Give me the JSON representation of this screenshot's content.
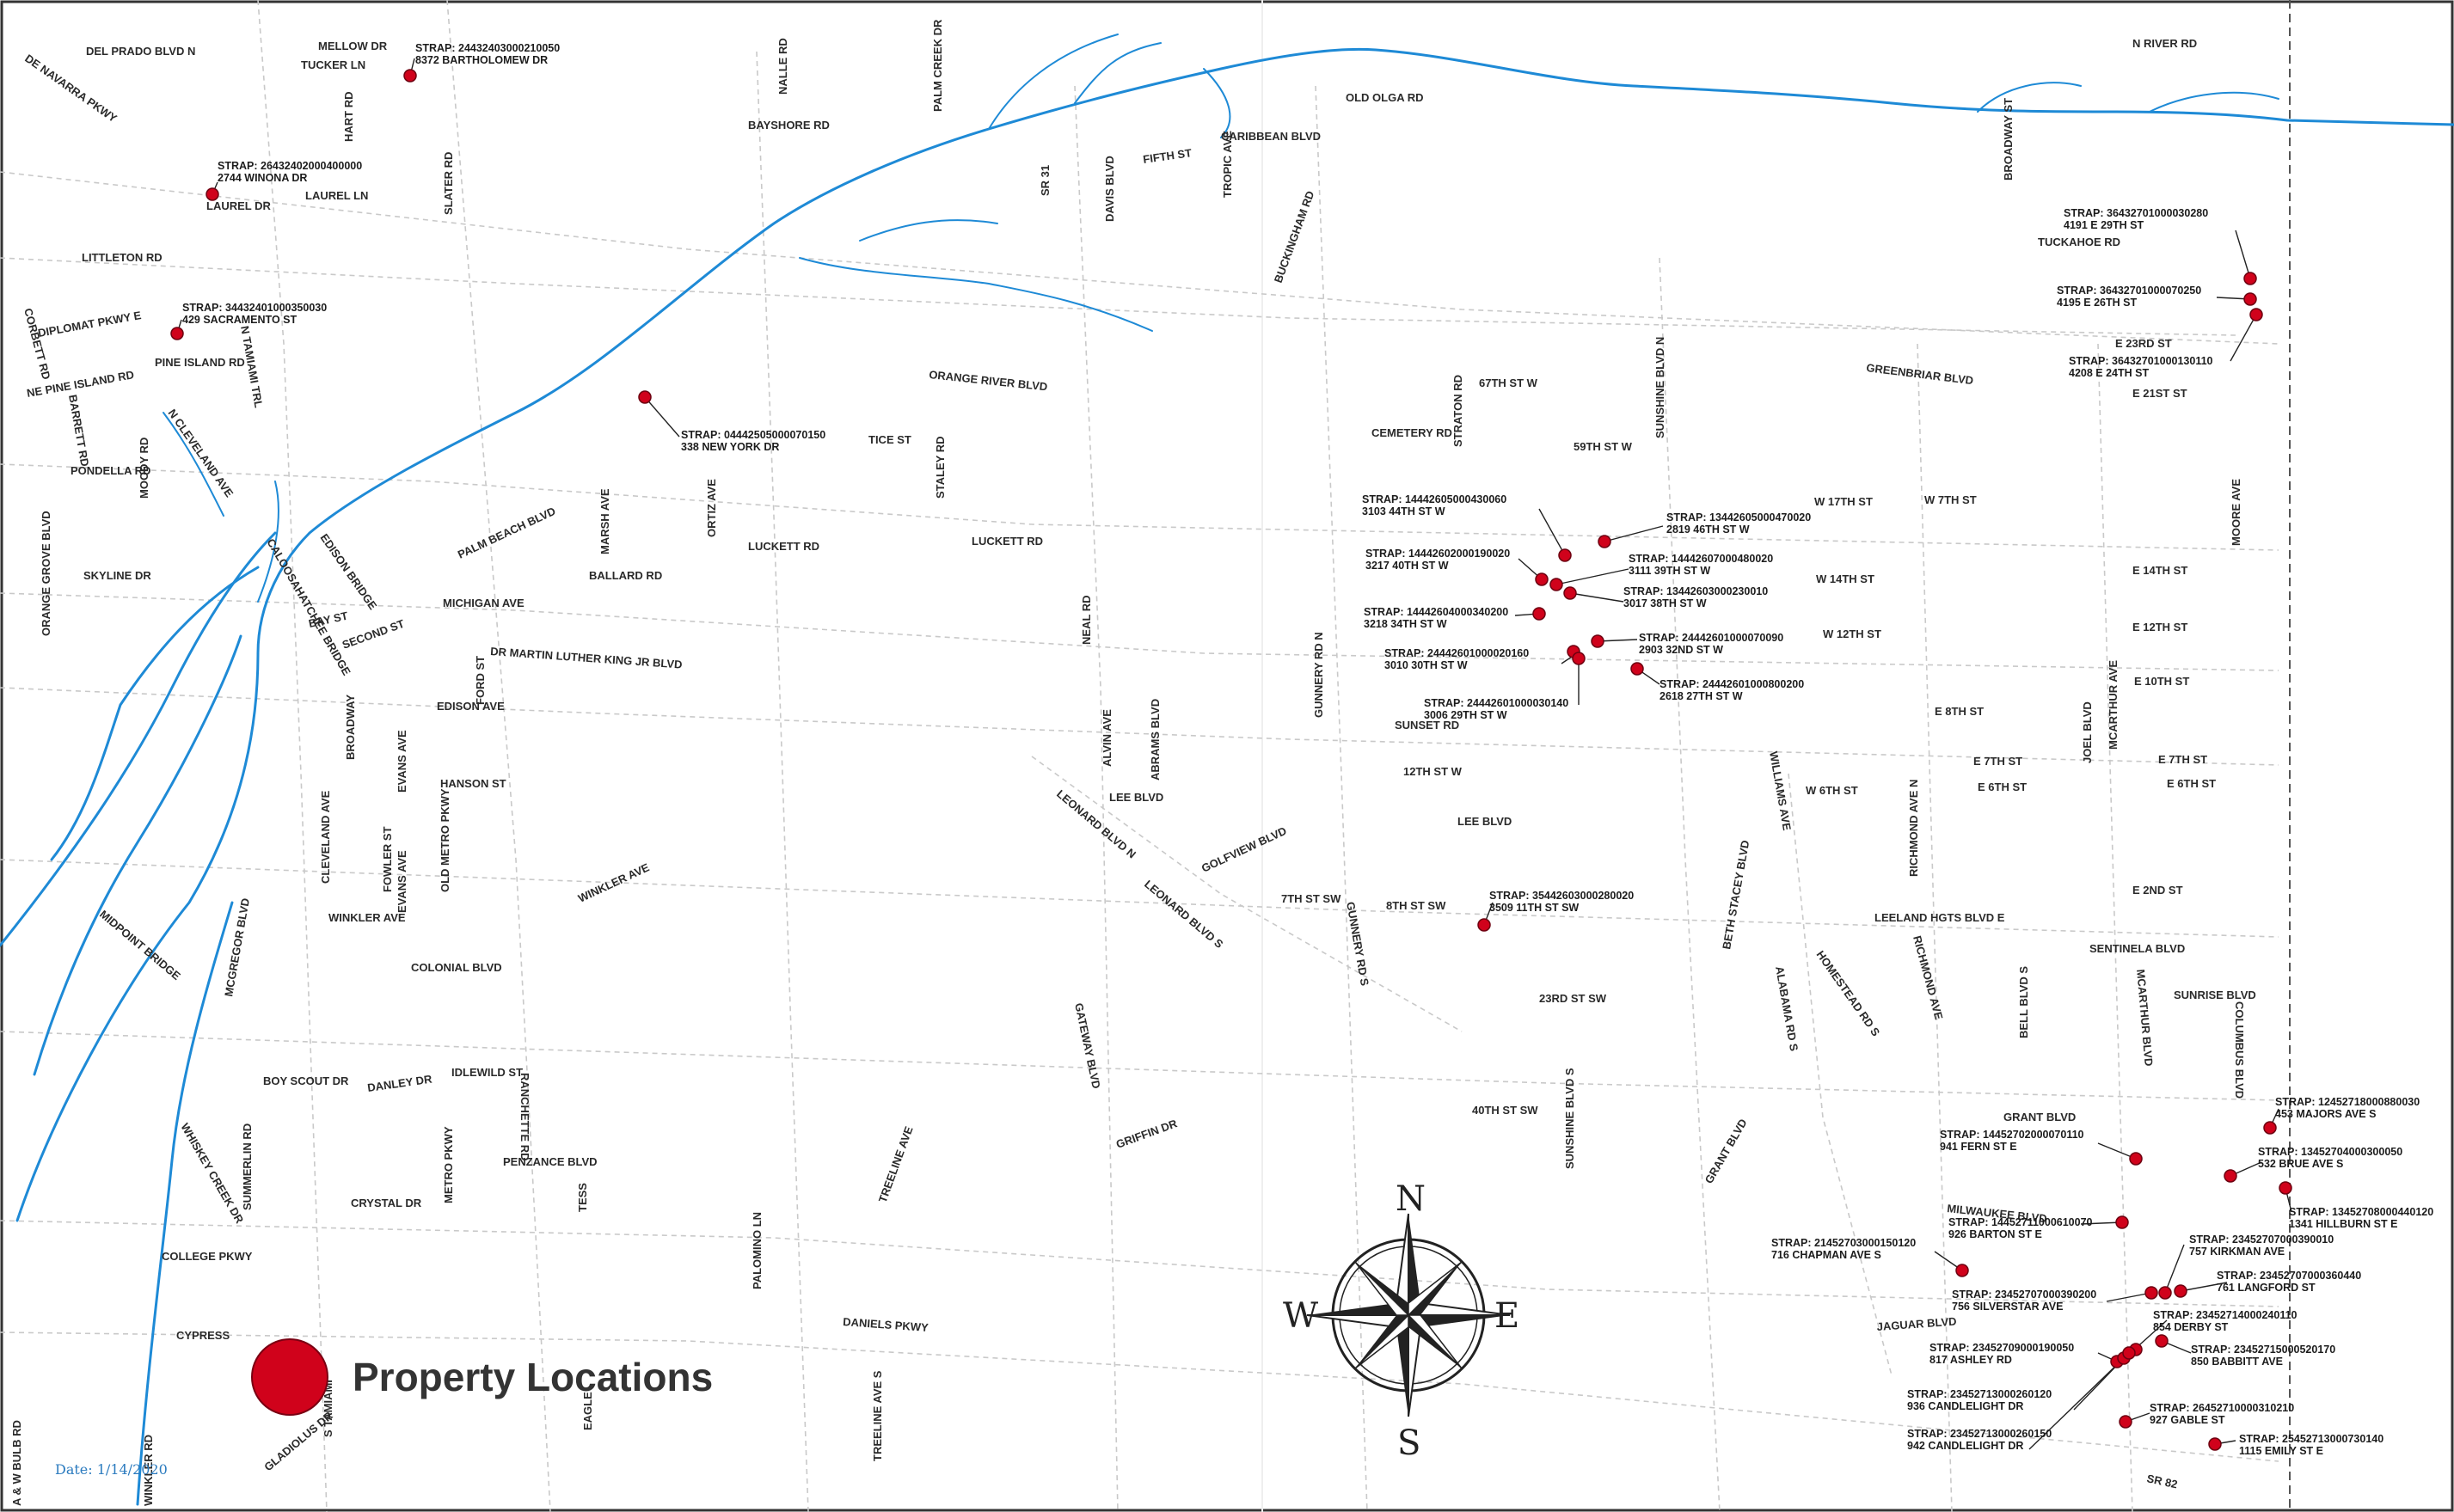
{
  "legend": {
    "label": "Property Locations",
    "color": "#d0021b"
  },
  "date": "Date: 1/14/2020",
  "compass": {
    "n": "N",
    "s": "S",
    "e": "E",
    "w": "W"
  },
  "colors": {
    "water": "#1e8ad6",
    "marker": "#d0021b",
    "roads": "#c9c9c9"
  },
  "streets": [
    "DEL PRADO BLVD N",
    "MELLOW DR",
    "TUCKER LN",
    "DE NAVARRA PKWY",
    "HART RD",
    "NALLE RD",
    "PALM CREEK DR",
    "N RIVER RD",
    "BAYSHORE RD",
    "OLD OLGA RD",
    "CARIBBEAN BLVD",
    "FIFTH ST",
    "TROPIC AVE",
    "SR 31",
    "DAVIS BLVD",
    "BROADWAY ST",
    "LAUREL DR",
    "LAUREL LN",
    "SLATER RD",
    "BUCKINGHAM RD",
    "LITTLETON RD",
    "TUCKAHOE RD",
    "CORBETT RD",
    "DIPLOMAT PKWY E",
    "NE PINE ISLAND RD",
    "PINE ISLAND RD",
    "N TAMIAMI TRL",
    "ORANGE RIVER BLVD",
    "STRATON RD",
    "67TH ST W",
    "SUNSHINE BLVD N",
    "GREENBRIAR BLVD",
    "E 23RD ST",
    "E 21ST ST",
    "BARRETT RD",
    "N CLEVELAND AVE",
    "TICE ST",
    "CEMETERY RD",
    "59TH ST W",
    "PONDELLA RD",
    "STALEY RD",
    "W 17TH ST",
    "W 7TH ST",
    "MOORE AVE",
    "MARSH AVE",
    "ORTIZ AVE",
    "MOODY RD",
    "EDISON BRIDGE",
    "PALM BEACH BLVD",
    "LUCKETT RD",
    "LUCKETT RD",
    "ORANGE GROVE BLVD",
    "SKYLINE DR",
    "CALOOSAHATCHEE BRIDGE",
    "BALLARD RD",
    "W 14TH ST",
    "E 14TH ST",
    "MICHIGAN AVE",
    "NEAL RD",
    "BAY ST",
    "SECOND ST",
    "E 12TH ST",
    "W 12TH ST",
    "DR MARTIN LUTHER KING JR BLVD",
    "FORD ST",
    "GUNNERY RD N",
    "E 10TH ST",
    "MCARTHUR AVE",
    "EDISON AVE",
    "ALVIN AVE",
    "ABRAMS BLVD",
    "SUNSET RD",
    "E 8TH ST",
    "BROADWAY",
    "WILLIAMS AVE",
    "JOEL BLVD",
    "E 7TH ST",
    "E 7TH ST",
    "HANSON ST",
    "EVANS AVE",
    "12TH ST W",
    "LEE BLVD",
    "W 6TH ST",
    "E 6TH ST",
    "E 6TH ST",
    "OLD METRO PKWY",
    "CLEVELAND AVE",
    "FOWLER ST",
    "EVANS AVE",
    "LEONARD BLVD N",
    "LEE BLVD",
    "RICHMOND AVE N",
    "GOLFVIEW BLVD",
    "BETH STACEY BLVD",
    "WINKLER AVE",
    "LEONARD BLVD S",
    "7TH ST SW",
    "8TH ST SW",
    "E 2ND ST",
    "WINKLER AVE",
    "GUNNERY RD S",
    "LEELAND HGTS BLVD E",
    "MIDPOINT BRIDGE",
    "MCGREGOR BLVD",
    "SENTINELA BLVD",
    "HOMESTEAD RD S",
    "RICHMOND AVE",
    "COLONIAL BLVD",
    "23RD ST SW",
    "SUNRISE BLVD",
    "ALABAMA RD S",
    "MCARTHUR BLVD",
    "GATEWAY BLVD",
    "BOY SCOUT DR",
    "DANLEY DR",
    "IDLEWILD ST",
    "COLUMBUS BLVD",
    "RANCHETTE RD",
    "BELL BLVD S",
    "GRANT BLVD",
    "GRANT BLVD",
    "40TH ST SW",
    "GRIFFIN DR",
    "WHISKEY CREEK DR",
    "METRO PKWY",
    "PENZANCE BLVD",
    "SUNSHINE BLVD S",
    "SUMMERLIN RD",
    "TREELINE AVE",
    "CRYSTAL DR",
    "TESS",
    "MILWAUKEE BLVD",
    "PALOMINO LN",
    "COLLEGE PKWY",
    "JAGUAR BLVD",
    "DANIELS PKWY",
    "CYPRESS",
    "TREELINE AVE S",
    "S TAMIAMI",
    "EAGLE",
    "GLADIOLUS DR",
    "WINKLER RD",
    "A & W BULB RD",
    "SR 82"
  ],
  "properties": [
    {
      "strap": "STRAP: 24432403000210050",
      "address": "8372 BARTHOLOMEW DR"
    },
    {
      "strap": "STRAP: 26432402000400000",
      "address": "2744 WINONA DR"
    },
    {
      "strap": "STRAP: 34432401000350030",
      "address": "429 SACRAMENTO ST"
    },
    {
      "strap": "STRAP: 04442505000070150",
      "address": "338 NEW YORK DR"
    },
    {
      "strap": "STRAP: 36432701000030280",
      "address": "4191 E 29TH ST"
    },
    {
      "strap": "STRAP: 36432701000070250",
      "address": "4195 E 26TH ST"
    },
    {
      "strap": "STRAP: 36432701000130110",
      "address": "4208 E 24TH ST"
    },
    {
      "strap": "STRAP: 14442605000430060",
      "address": "3103 44TH ST W"
    },
    {
      "strap": "STRAP: 13442605000470020",
      "address": "2819 46TH ST W"
    },
    {
      "strap": "STRAP: 14442602000190020",
      "address": "3217 40TH ST W"
    },
    {
      "strap": "STRAP: 14442607000480020",
      "address": "3111 39TH ST W"
    },
    {
      "strap": "STRAP: 13442603000230010",
      "address": "3017 38TH ST W"
    },
    {
      "strap": "STRAP: 14442604000340200",
      "address": "3218 34TH ST W"
    },
    {
      "strap": "STRAP: 24442601000070090",
      "address": "2903 32ND ST W"
    },
    {
      "strap": "STRAP: 24442601000020160",
      "address": "3010 30TH ST W"
    },
    {
      "strap": "STRAP: 24442601000800200",
      "address": "2618 27TH ST W"
    },
    {
      "strap": "STRAP: 24442601000030140",
      "address": "3006 29TH ST W"
    },
    {
      "strap": "STRAP: 35442603000280020",
      "address": "3509 11TH ST SW"
    },
    {
      "strap": "STRAP: 12452718000880030",
      "address": "453 MAJORS AVE S"
    },
    {
      "strap": "STRAP: 13452704000300050",
      "address": "532 BRUE AVE S"
    },
    {
      "strap": "STRAP: 14452702000070110",
      "address": "941 FERN ST E"
    },
    {
      "strap": "STRAP: 13452708000440120",
      "address": "1341 HILLBURN ST E"
    },
    {
      "strap": "STRAP: 14452711000610070",
      "address": "926 BARTON ST E"
    },
    {
      "strap": "STRAP: 21452703000150120",
      "address": "716 CHAPMAN AVE S"
    },
    {
      "strap": "STRAP: 23452707000390010",
      "address": "757 KIRKMAN AVE"
    },
    {
      "strap": "STRAP: 23452707000360440",
      "address": "761 LANGFORD ST"
    },
    {
      "strap": "STRAP: 23452707000390200",
      "address": "756 SILVERSTAR AVE"
    },
    {
      "strap": "STRAP: 23452714000240110",
      "address": "854 DERBY ST"
    },
    {
      "strap": "STRAP: 23452709000190050",
      "address": "817 ASHLEY RD"
    },
    {
      "strap": "STRAP: 23452715000520170",
      "address": "850 BABBITT AVE"
    },
    {
      "strap": "STRAP: 23452713000260120",
      "address": "936 CANDLELIGHT DR"
    },
    {
      "strap": "STRAP: 26452710000310210",
      "address": "927 GABLE ST"
    },
    {
      "strap": "STRAP: 23452713000260150",
      "address": "942 CANDLELIGHT DR"
    },
    {
      "strap": "STRAP: 25452713000730140",
      "address": "1115 EMILY ST E"
    }
  ]
}
